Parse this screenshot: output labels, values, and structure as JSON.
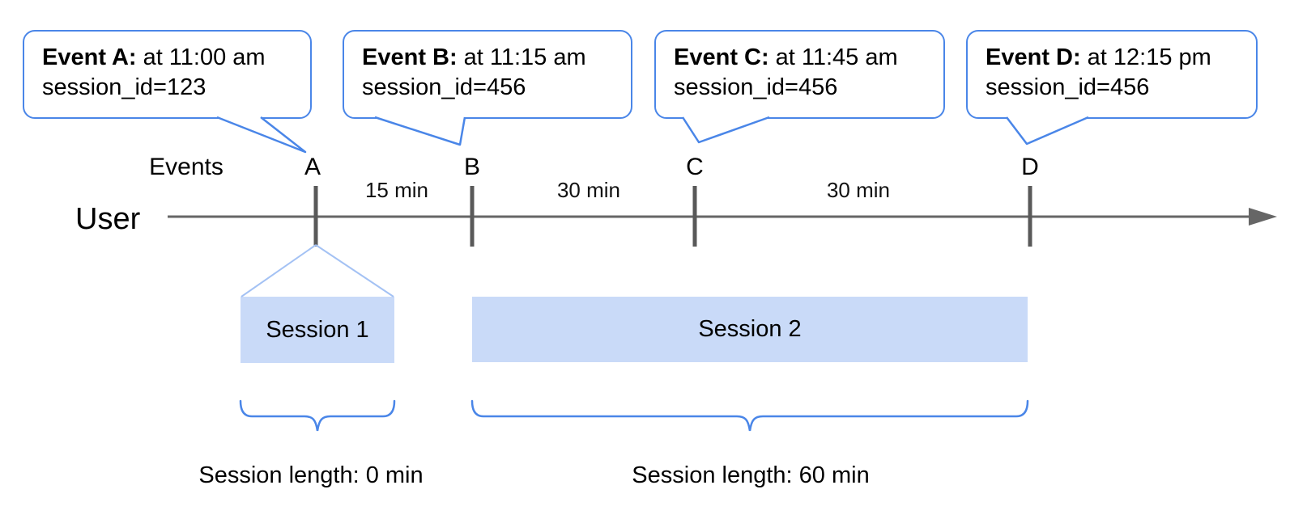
{
  "diagram": {
    "title_semantic": "Event sessionization timeline",
    "colors": {
      "callout_border": "#4a86e8",
      "callout_fill": "#ffffff",
      "session_fill": "#c9daf8",
      "timeline_line": "#666666",
      "tick": "#595959",
      "funnel_line": "#a4c2f4",
      "brace": "#4a86e8",
      "text": "#000000"
    },
    "callouts": [
      {
        "label": "Event A:",
        "time": "at 11:00 am",
        "session": "session_id=123"
      },
      {
        "label": "Event B:",
        "time": "at 11:15 am",
        "session": "session_id=456"
      },
      {
        "label": "Event C:",
        "time": "at 11:45 am",
        "session": "session_id=456"
      },
      {
        "label": "Event D:",
        "time": "at 12:15 pm",
        "session": "session_id=456"
      }
    ],
    "timeline": {
      "axis_label": "User",
      "events_label": "Events",
      "event_letters": [
        "A",
        "B",
        "C",
        "D"
      ],
      "intervals": [
        "15 min",
        "30 min",
        "30 min"
      ]
    },
    "sessions": [
      {
        "name": "Session 1",
        "length_label": "Session length: 0 min"
      },
      {
        "name": "Session 2",
        "length_label": "Session length: 60 min"
      }
    ]
  }
}
